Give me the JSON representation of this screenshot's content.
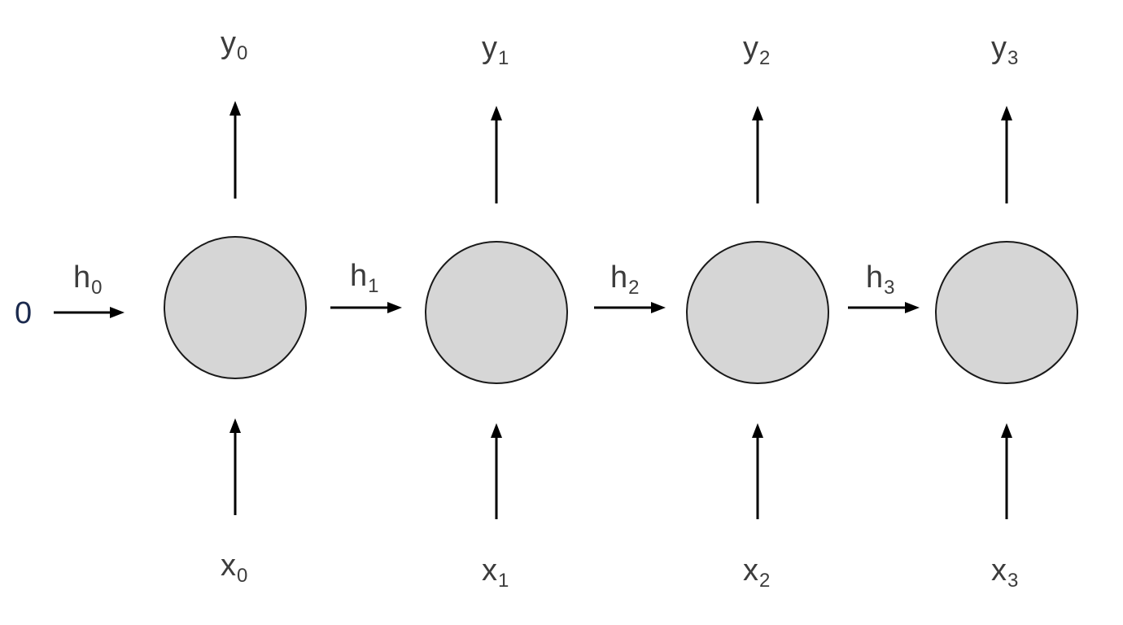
{
  "diagram": {
    "initial_state": "0",
    "colors": {
      "cell_fill": "#d6d6d6",
      "cell_stroke": "#1a1a1a",
      "arrow": "#000000",
      "label_text": "#3c3c3c",
      "initial_text": "#1b2a4e"
    },
    "initial_hidden": {
      "base": "h",
      "sub": "0"
    },
    "steps": [
      {
        "input": {
          "base": "x",
          "sub": "0"
        },
        "output": {
          "base": "y",
          "sub": "0"
        },
        "hidden_out": {
          "base": "h",
          "sub": "1"
        }
      },
      {
        "input": {
          "base": "x",
          "sub": "1"
        },
        "output": {
          "base": "y",
          "sub": "1"
        },
        "hidden_out": {
          "base": "h",
          "sub": "2"
        }
      },
      {
        "input": {
          "base": "x",
          "sub": "2"
        },
        "output": {
          "base": "y",
          "sub": "2"
        },
        "hidden_out": {
          "base": "h",
          "sub": "3"
        }
      },
      {
        "input": {
          "base": "x",
          "sub": "3"
        },
        "output": {
          "base": "y",
          "sub": "3"
        }
      }
    ]
  }
}
